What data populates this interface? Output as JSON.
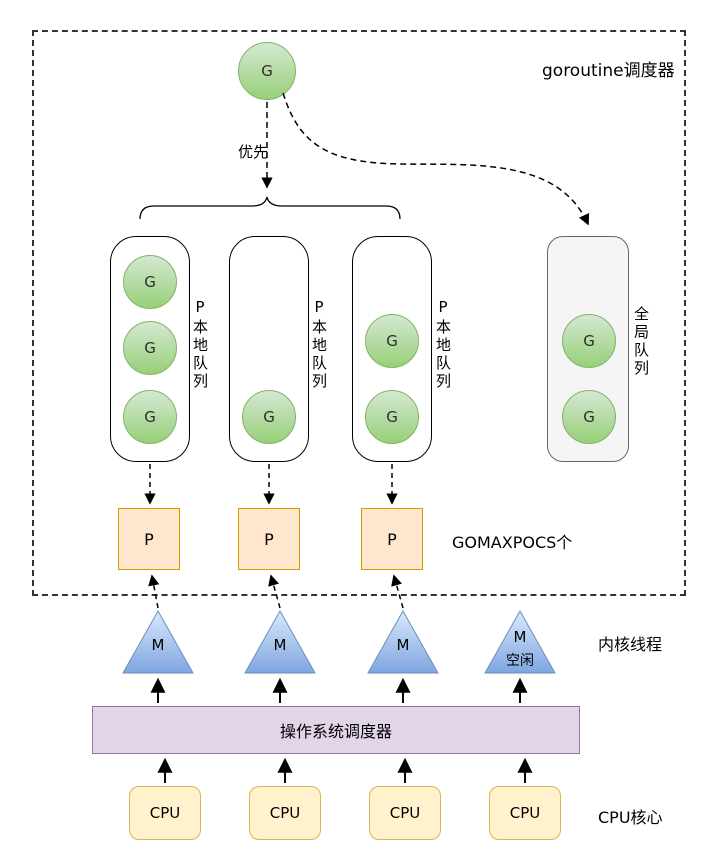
{
  "diagram": {
    "scheduler_box_label": "goroutine调度器",
    "root_goroutine": "G",
    "priority_label": "优先",
    "local_queues": [
      {
        "label": "P本地队列",
        "goroutines": [
          "G",
          "G",
          "G"
        ]
      },
      {
        "label": "P本地队列",
        "goroutines": [
          "G"
        ]
      },
      {
        "label": "P本地队列",
        "goroutines": [
          "G",
          "G"
        ]
      }
    ],
    "global_queue": {
      "label": "全局队列",
      "goroutines": [
        "G",
        "G"
      ]
    },
    "processors": [
      "P",
      "P",
      "P"
    ],
    "gomaxprocs_label": "GOMAXPOCS个",
    "kernel_threads": [
      {
        "label": "M"
      },
      {
        "label": "M"
      },
      {
        "label": "M"
      },
      {
        "label": "M",
        "status": "空闲"
      }
    ],
    "kernel_threads_label": "内核线程",
    "os_scheduler_label": "操作系统调度器",
    "cpus": [
      "CPU",
      "CPU",
      "CPU",
      "CPU"
    ],
    "cpu_cores_label": "CPU核心"
  },
  "colors": {
    "goroutine_fill_top": "#d5e8d4",
    "goroutine_fill_bottom": "#97d077",
    "goroutine_border": "#82b366",
    "processor_fill": "#ffe6cc",
    "processor_border": "#d79b00",
    "thread_fill_top": "#dae8fc",
    "thread_fill_bottom": "#7ea6e0",
    "thread_border": "#6c8ebf",
    "os_scheduler_fill": "#e1d5e7",
    "os_scheduler_border": "#9673a6",
    "cpu_fill": "#fff2cc",
    "cpu_border": "#d6b656",
    "global_queue_fill": "#f5f5f5"
  }
}
